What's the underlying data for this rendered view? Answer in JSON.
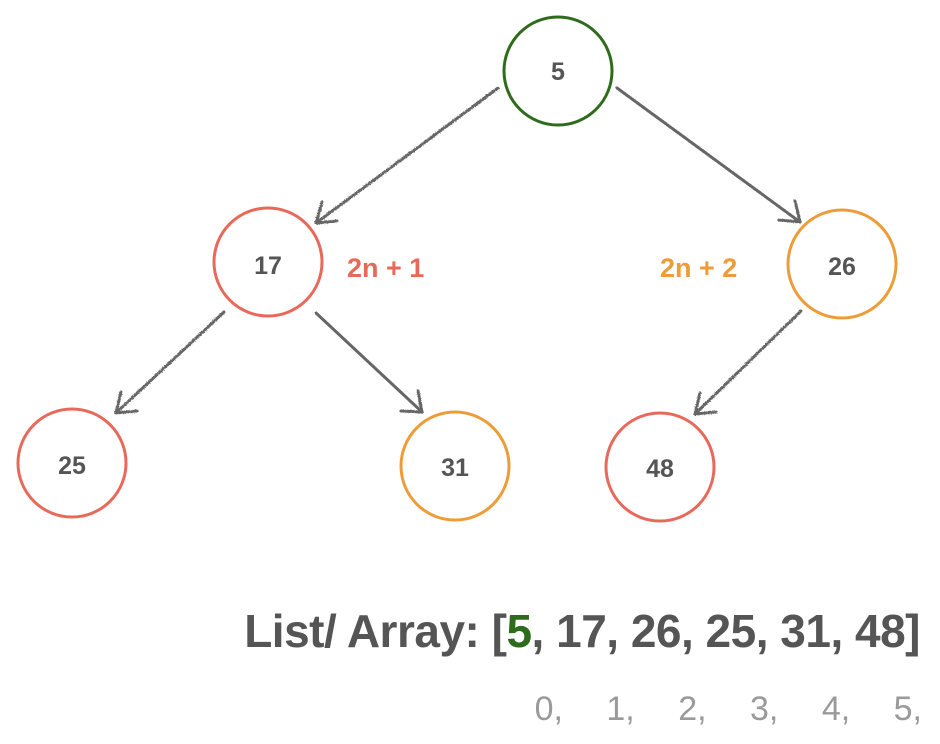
{
  "colors": {
    "root": "#2f6b1c",
    "left_child": "#e8695a",
    "right_child": "#ee9c38",
    "arrow": "#666666",
    "text": "#555555",
    "index_text": "#9a9a9a"
  },
  "nodes": {
    "root": "5",
    "n17": "17",
    "n26": "26",
    "n25": "25",
    "n31": "31",
    "n48": "48"
  },
  "formulas": {
    "left": "2n + 1",
    "right": "2n + 2"
  },
  "array": {
    "prefix": "List/ Array: [",
    "first": "5",
    "rest": ", 17, 26, 25, 31, 48]"
  },
  "indices": [
    "0,",
    "1,",
    "2,",
    "3,",
    "4,",
    "5,"
  ]
}
